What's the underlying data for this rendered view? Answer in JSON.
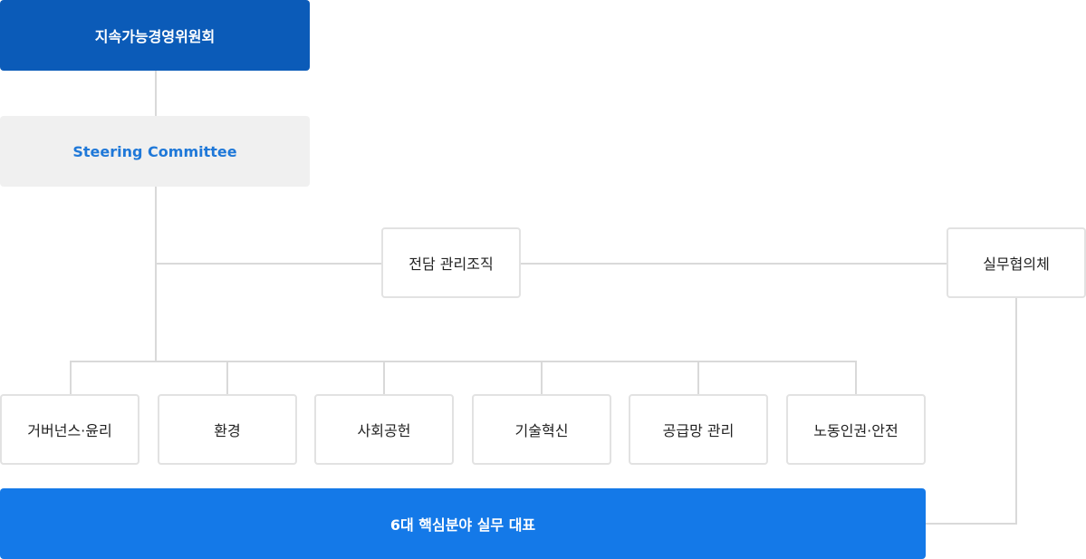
{
  "committee": {
    "label": "지속가능경영위원회"
  },
  "steering": {
    "label": "Steering Committee"
  },
  "dedicated": {
    "label": "전담 관리조직"
  },
  "working_group": {
    "label": "실무협의체"
  },
  "areas": [
    {
      "label": "거버넌스·윤리"
    },
    {
      "label": "환경"
    },
    {
      "label": "사회공헌"
    },
    {
      "label": "기술혁신"
    },
    {
      "label": "공급망 관리"
    },
    {
      "label": "노동인권·안전"
    }
  ],
  "representatives": {
    "label": "6대 핵심분야 실무 대표"
  },
  "colors": {
    "primary_box": "#0b5bb8",
    "steering_box": "#f0f0f0",
    "steering_text": "#1f78d8",
    "bottom_box": "#1479e8",
    "outline_border": "#e2e2e2",
    "connector": "#d9d9d9"
  }
}
